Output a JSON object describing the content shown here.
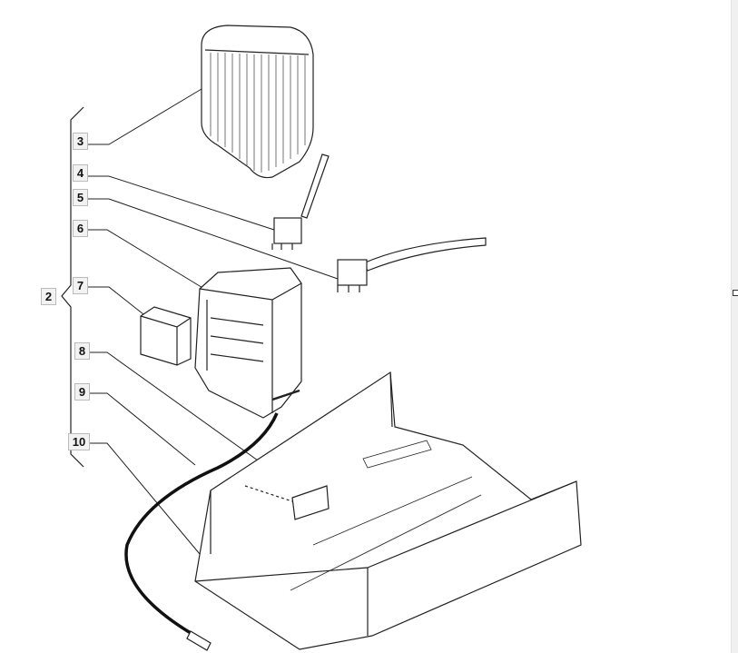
{
  "diagram": {
    "callouts": [
      {
        "id": "2",
        "label": "2"
      },
      {
        "id": "3",
        "label": "3"
      },
      {
        "id": "4",
        "label": "4"
      },
      {
        "id": "5",
        "label": "5"
      },
      {
        "id": "6",
        "label": "6"
      },
      {
        "id": "7",
        "label": "7"
      },
      {
        "id": "8",
        "label": "8"
      },
      {
        "id": "9",
        "label": "9"
      },
      {
        "id": "10",
        "label": "10"
      }
    ],
    "parts": [
      "cover",
      "connector-4",
      "connector-5",
      "housing",
      "module",
      "clip",
      "cable",
      "base-plate"
    ]
  }
}
